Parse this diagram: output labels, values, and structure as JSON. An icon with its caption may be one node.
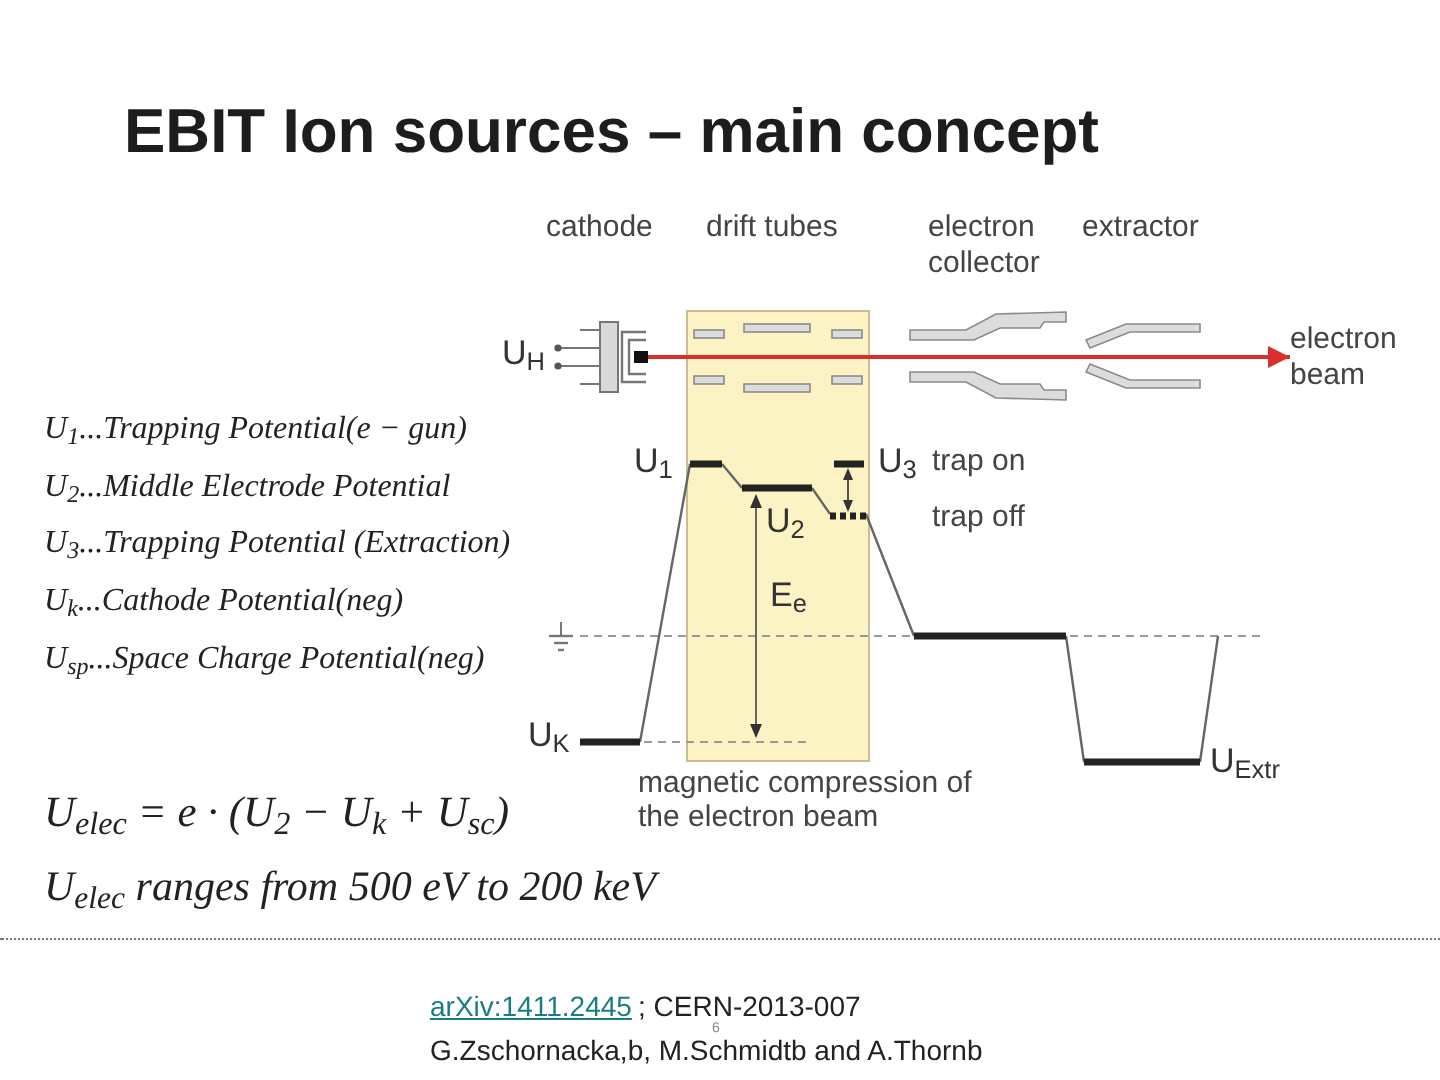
{
  "diagram": {
    "title": "EBIT Ion sources – main concept",
    "nodes": [
      {
        "text": [],
        "shape": "picture",
        "beside": [
          "U$_{H}$"
        ]
      },
      {
        "text": [
          "electron beam"
        ]
      }
    ],
    "edges": [
      {
        "from": 0,
        "to": 1,
        "arrow": "to"
      }
    ],
    "labels": [
      "cathode",
      "drift tubes",
      "electron collector",
      "extractor",
      "U$_{1}$",
      "U$_{3}$",
      "trap on",
      "U$_{2}$",
      "trap off",
      "E$_{e}$",
      "U$_{K}$",
      "U$_{Extr}$",
      "magnetic compression of the electron beam",
      "U$_{1}$...Trapping Potential(e − gun)",
      "U$_{2}$...Middle Electrode Potential",
      "U$_{3}$...Trapping Potential (Extraction)",
      "U$_{k}$...Cathode Potential(neg)",
      "U$_{sp}$...Space Charge Potential(neg)",
      "U$_{elec}$ = e · (U$_{2}$ − U$_{k}$ + U$_{sc}$)",
      "U$_{elec}$ ranges from 500 eV to 200 keV",
      "arXiv:1411.2445",
      "; CERN-2013-007",
      "6",
      "G.Zschornacka,b, M.Schmidtb and A.Thornb"
    ]
  }
}
